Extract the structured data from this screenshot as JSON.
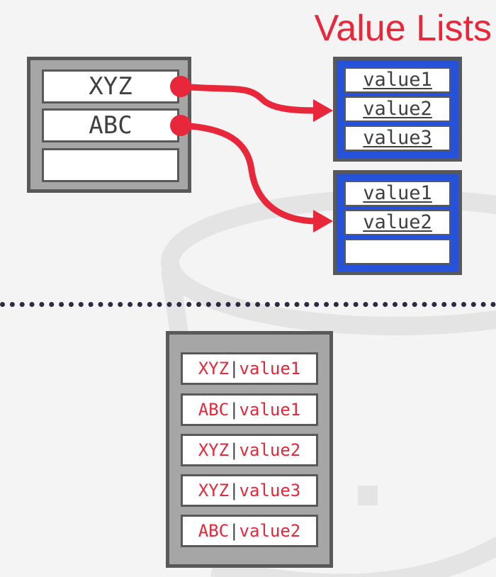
{
  "title": "Value Lists",
  "keys": [
    "XYZ",
    "ABC",
    ""
  ],
  "value_lists": [
    {
      "values": [
        "value1",
        "value2",
        "value3"
      ]
    },
    {
      "values": [
        "value1",
        "value2",
        ""
      ]
    }
  ],
  "combined": [
    {
      "key": "XYZ",
      "sep": "|",
      "value": "value1"
    },
    {
      "key": "ABC",
      "sep": "|",
      "value": "value1"
    },
    {
      "key": "XYZ",
      "sep": "|",
      "value": "value2"
    },
    {
      "key": "XYZ",
      "sep": "|",
      "value": "value3"
    },
    {
      "key": "ABC",
      "sep": "|",
      "value": "value2"
    }
  ],
  "colors": {
    "accent": "#e8273a",
    "list_fill": "#2651d9",
    "box_fill": "#a6a6a6",
    "border": "#595959",
    "divider": "#2b2b44"
  }
}
